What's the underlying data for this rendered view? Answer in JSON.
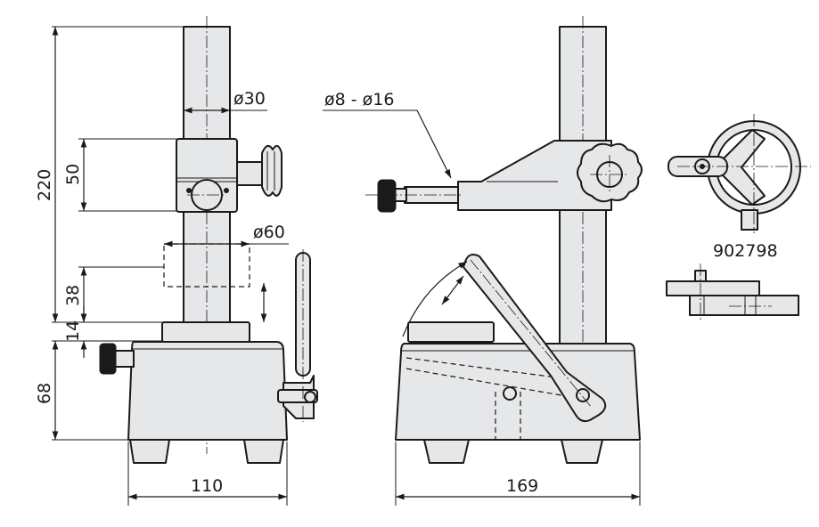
{
  "dimensions": {
    "height_total": "220",
    "height_bracket": "50",
    "height_spacer": "38",
    "height_table": "14",
    "height_base": "68",
    "column_diameter": "ø30",
    "table_diameter": "ø60",
    "holder_bore": "ø8 - ø16",
    "base_width_front": "110",
    "base_length_side": "169"
  },
  "part_number": "902798",
  "colors": {
    "part_fill": "#e6e7e9",
    "outline": "#1a1a1a",
    "knob": "#1a1a1a"
  }
}
